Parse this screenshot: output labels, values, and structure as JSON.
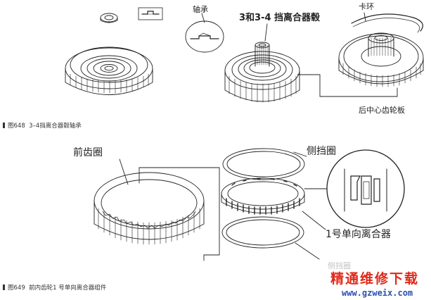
{
  "figure_648": {
    "caption_number": "图648",
    "caption_text": "3–4挡离合器毂轴承",
    "labels": {
      "bearing": "轴承",
      "hub": "3和3-4 挡离合器毂",
      "snap_ring": "卡环",
      "rear_sun_gear_plate": "后中心齿轮板"
    }
  },
  "figure_649": {
    "caption_number": "图649",
    "caption_text": "前内齿轮1 号单向离合器组件",
    "labels": {
      "front_ring_gear": "前齿圈",
      "side_retainer": "侧挡圈",
      "one_way_clutch": "1号单向离合器",
      "side_retainer_2": "侧挡圈"
    }
  },
  "watermark": {
    "site_name": "精通维修下载",
    "url": "www.gzweix.com"
  },
  "colors": {
    "line": "#222222",
    "watermark_red": "#e02a1a",
    "watermark_blue": "#2c4fb0"
  }
}
